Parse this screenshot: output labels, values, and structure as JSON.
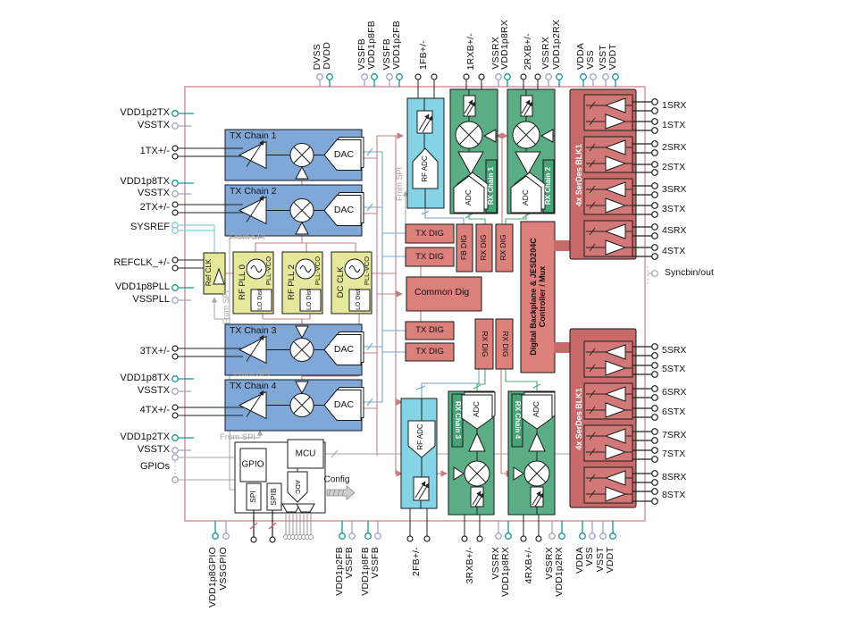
{
  "colors": {
    "tx_chain_blue": "#7fa8d8",
    "rx_chain_green": "#5bad85",
    "fb_chain_cyan": "#84d4e6",
    "pll_yellow": "#e5e79a",
    "digital_salmon": "#dc807c",
    "serdes_red": "#c96a6a",
    "wire_red": "#c87d82",
    "wire_blue": "#74a3d1",
    "supply_teal": "#17929a",
    "ground_gray": "#a0a6be",
    "chip_border_pink": "#cf9099"
  },
  "pins": {
    "left": [
      "VDD1p2TX",
      "VSSTX",
      "1TX+/-",
      "VDD1p8TX",
      "VSSTX",
      "2TX+/-",
      "SYSREF",
      "REFCLK_+/-",
      "VDD1p8PLL",
      "VSSPLL",
      "3TX+/-",
      "VDD1p8TX",
      "VSSTX",
      "4TX+/-",
      "VDD1p2TX",
      "VSSTX",
      "GPIOs"
    ],
    "top": [
      "DVSS",
      "DVDD",
      "VSSFB",
      "VDD1p8FB",
      "VSSFB",
      "VDD1p2FB",
      "1FB+/-",
      "1RXB+/-",
      "VSSRX",
      "VDD1p8RX",
      "2RXB+/-",
      "VSSRX",
      "VDD1p2RX",
      "VDDA",
      "VSS",
      "VSST",
      "VDDT"
    ],
    "bottom": [
      "VDD1p8GPIO",
      "VSSGPIO",
      "VDD1p2FB",
      "VSSFB",
      "VDD1p8FB",
      "VSSFB",
      "2FB+/-",
      "3RXB+/-",
      "VSSRX",
      "VDD1p8RX",
      "4RXB+/-",
      "VSSRX",
      "VDD1p2RX",
      "VDDA",
      "VSS",
      "VSST",
      "VDDT"
    ],
    "right": [
      "1SRX",
      "1STX",
      "2SRX",
      "2STX",
      "3SRX",
      "3STX",
      "4SRX",
      "4STX",
      "Syncbin/out",
      "5SRX",
      "5STX",
      "6SRX",
      "6STX",
      "7SRX",
      "7STX",
      "8SRX",
      "8STX"
    ]
  },
  "tx": {
    "chains": [
      "TX Chain 1",
      "TX Chain 2",
      "TX Chain 3",
      "TX Chain 4"
    ],
    "dac": "DAC"
  },
  "rx": {
    "chains": [
      "RX Chain 1",
      "RX Chain 2",
      "RX Chain 3",
      "RX Chain 4"
    ],
    "adc": "ADC"
  },
  "fb": {
    "rf_adc": "RF ADC"
  },
  "pll": {
    "ref": "Ref CLK",
    "names": [
      "RF PLL 0",
      "RF PLL 2",
      "DC CLK"
    ],
    "vco": "PLL-VCO",
    "lo": "LO Dist"
  },
  "digital": {
    "tx_dig": "TX DIG",
    "fb_dig": "FB DIG",
    "rx_dig": "RX DIG",
    "common": "Common Dig",
    "jesd1": "Digital Backplane & JESD204C",
    "jesd2": "Controller / Mux"
  },
  "serdes": {
    "label": "4x SerDes BLK1"
  },
  "mcu": {
    "gpio": "GPIO",
    "mcu": "MCU",
    "spi": "SPI",
    "spib": "SPIB",
    "adc": "ADC",
    "config": "Config"
  },
  "annot": {
    "from_spi": "From SPI"
  }
}
